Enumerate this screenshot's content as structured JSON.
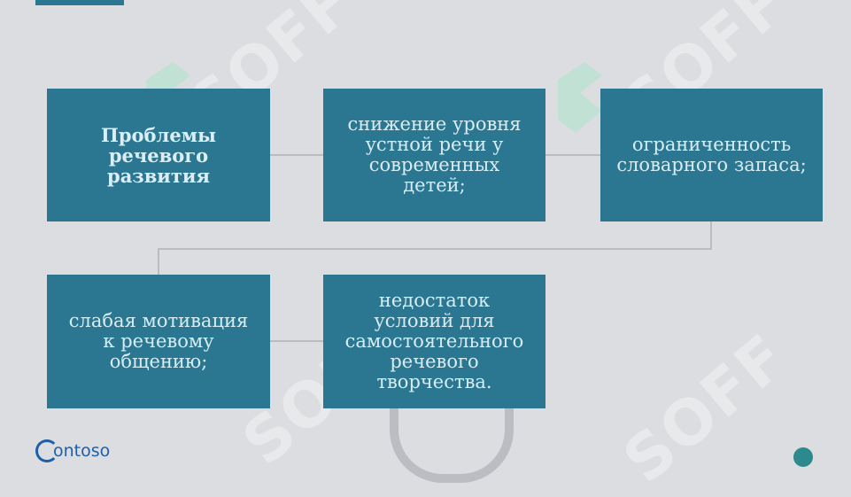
{
  "diagram": {
    "title": "Проблемы\nречевого\nразвития",
    "items": [
      "снижение уровня\nустной речи у\nсовременных\nдетей;",
      "ограниченность\nсловарного запаса;",
      "слабая мотивация\nк речевому\nобщению;",
      "недостаток\nусловий для\nсамостоятельного\nречевого\nтворчества."
    ]
  },
  "watermark": "SOFF",
  "logo": {
    "text": "ontoso"
  },
  "colors": {
    "box": "#2b7791",
    "background": "#dcdde0",
    "accent_dot": "#2d8a8c",
    "logo": "#1d5fa8"
  }
}
